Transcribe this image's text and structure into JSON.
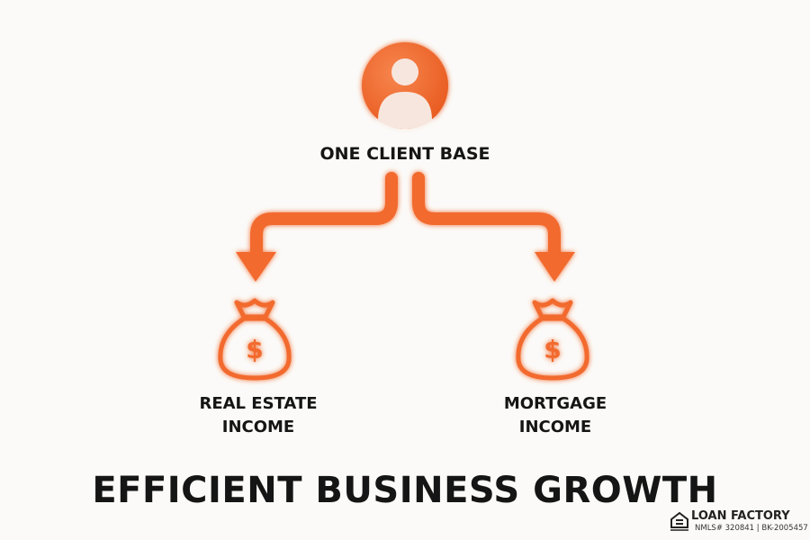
{
  "diagram": {
    "source": {
      "label": "ONE CLIENT BASE",
      "icon": "user-avatar-icon"
    },
    "targets": [
      {
        "label_line1": "REAL ESTATE",
        "label_line2": "INCOME",
        "icon": "money-bag-icon"
      },
      {
        "label_line1": "MORTGAGE",
        "label_line2": "INCOME",
        "icon": "money-bag-icon"
      }
    ],
    "title": "EFFICIENT BUSINESS GROWTH"
  },
  "footer": {
    "brand": "LOAN FACTORY",
    "registration": "NMLS# 320841 | BK-2005457",
    "logo_icon": "equal-housing-lender-icon"
  },
  "colors": {
    "accent": "#f26a2e",
    "accent_light": "#f7e6dd",
    "text": "#151515",
    "background": "#fbfaf8"
  }
}
